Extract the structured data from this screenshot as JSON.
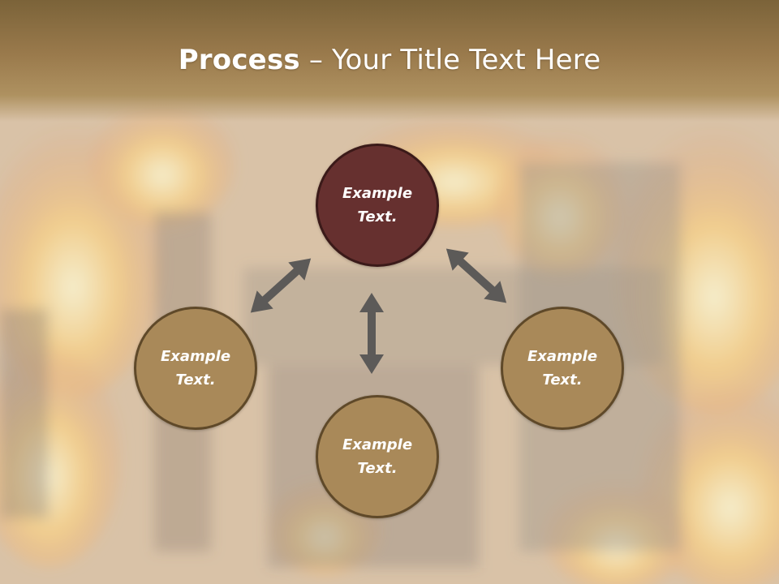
{
  "title": {
    "bold": "Process",
    "rest": " – Your Title Text Here"
  },
  "nodes": [
    {
      "text": "Example Text.",
      "color": "#66302f"
    },
    {
      "text": "Example Text.",
      "color": "#a98959"
    },
    {
      "text": "Example Text.",
      "color": "#a98959"
    },
    {
      "text": "Example Text.",
      "color": "#a98959"
    }
  ],
  "colors": {
    "arrow": "#5c5a58",
    "header": "#9a7a4c",
    "node_border": "#5f4929"
  },
  "background": "burning-building-photo"
}
